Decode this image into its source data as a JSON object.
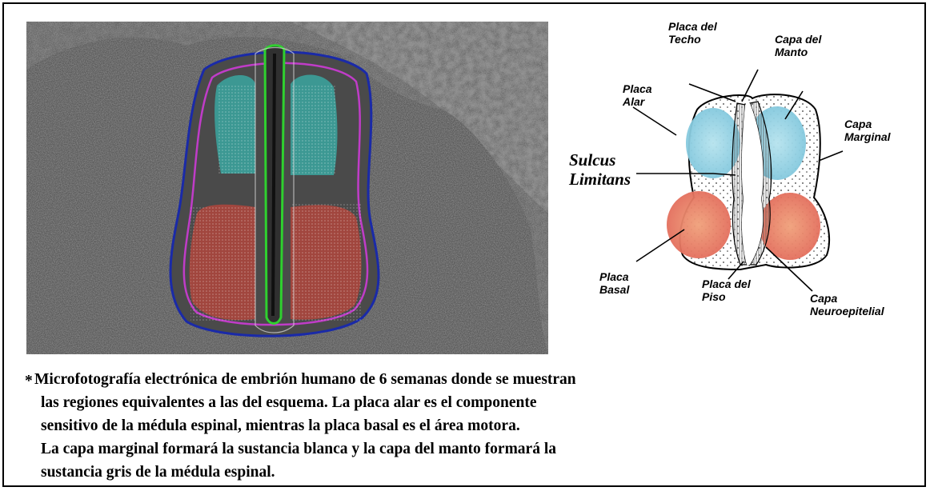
{
  "diagram_labels": {
    "placa_techo": [
      "Placa del",
      "Techo"
    ],
    "capa_manto": [
      "Capa del",
      "Manto"
    ],
    "placa_alar": [
      "Placa",
      "Alar"
    ],
    "capa_marginal": [
      "Capa",
      "Marginal"
    ],
    "sulcus": [
      "Sulcus",
      "Limitans"
    ],
    "placa_basal": [
      "Placa",
      "Basal"
    ],
    "placa_piso": [
      "Placa del",
      "Piso"
    ],
    "capa_neuro": [
      "Capa",
      "Neuroepitelial"
    ]
  },
  "caption": {
    "star": "*",
    "lines": [
      "Microfotografía electrónica de embrión humano de 6 semanas donde se muestran",
      "las regiones equivalentes a las del esquema. La placa alar es el componente",
      "sensitivo de la médula espinal,  mientras  la  placa basal es el área  motora.",
      "La capa marginal formará la sustancia blanca  y la  capa del manto formará la",
      "sustancia gris de la médula espinal."
    ]
  },
  "colors": {
    "alar_blue": "#7fd0e0",
    "basal_red": "#e8806a",
    "photo_teal": "#3aa6a0",
    "photo_red": "#b0453c",
    "outline_blue": "#1a2aa8",
    "outline_magenta": "#c03cc8",
    "lumen_green": "#2fd02f"
  }
}
